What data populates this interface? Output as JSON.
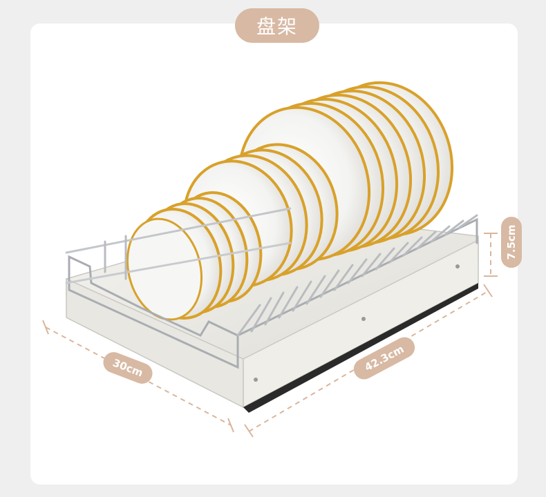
{
  "title": "盘架",
  "dimensions": {
    "depth": "30cm",
    "width": "42.3cm",
    "height": "7.5cm"
  },
  "colors": {
    "accent": "#d8b9a3",
    "dimension_line": "#d9b59b",
    "plate_rim": "#d8a12a",
    "tray": "#ecebe6"
  }
}
